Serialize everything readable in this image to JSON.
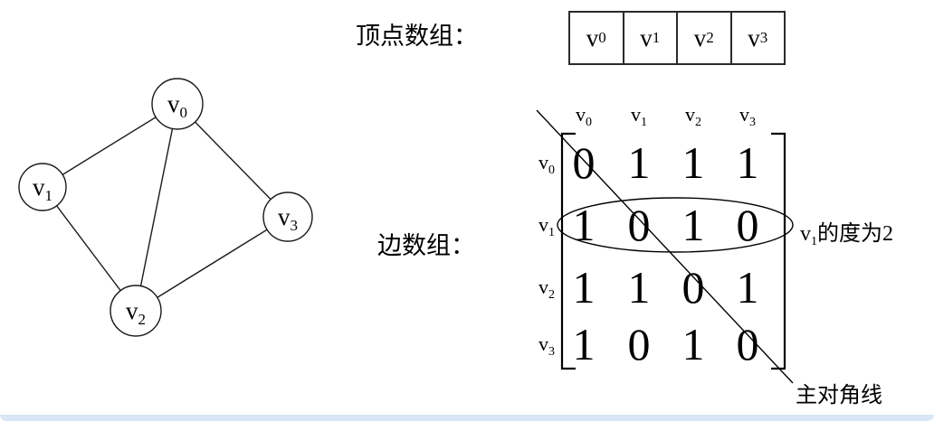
{
  "window": {
    "footer_strip_color": "#d8e6f6"
  },
  "graph": {
    "vertices": [
      {
        "base": "v",
        "sub": "0"
      },
      {
        "base": "v",
        "sub": "1"
      },
      {
        "base": "v",
        "sub": "2"
      },
      {
        "base": "v",
        "sub": "3"
      }
    ],
    "edges": [
      [
        "v0",
        "v1"
      ],
      [
        "v0",
        "v2"
      ],
      [
        "v0",
        "v3"
      ],
      [
        "v1",
        "v2"
      ],
      [
        "v2",
        "v3"
      ]
    ]
  },
  "vertex_array": {
    "label": "顶点数组：",
    "cells": [
      {
        "base": "v",
        "sub": "0"
      },
      {
        "base": "v",
        "sub": "1"
      },
      {
        "base": "v",
        "sub": "2"
      },
      {
        "base": "v",
        "sub": "3"
      }
    ]
  },
  "edge_matrix": {
    "label": "边数组：",
    "col_headers": [
      {
        "base": "v",
        "sub": "0"
      },
      {
        "base": "v",
        "sub": "1"
      },
      {
        "base": "v",
        "sub": "2"
      },
      {
        "base": "v",
        "sub": "3"
      }
    ],
    "rows": [
      {
        "label": {
          "base": "v",
          "sub": "0"
        },
        "cells": [
          "0",
          "1",
          "1",
          "1"
        ]
      },
      {
        "label": {
          "base": "v",
          "sub": "1"
        },
        "cells": [
          "1",
          "0",
          "1",
          "0"
        ]
      },
      {
        "label": {
          "base": "v",
          "sub": "2"
        },
        "cells": [
          "1",
          "1",
          "0",
          "1"
        ]
      },
      {
        "label": {
          "base": "v",
          "sub": "3"
        },
        "cells": [
          "1",
          "0",
          "1",
          "0"
        ]
      }
    ]
  },
  "annotations": {
    "degree_note": {
      "vertex_base": "v",
      "vertex_sub": "1",
      "suffix": "的度为2"
    },
    "diagonal_label": "主对角线"
  }
}
